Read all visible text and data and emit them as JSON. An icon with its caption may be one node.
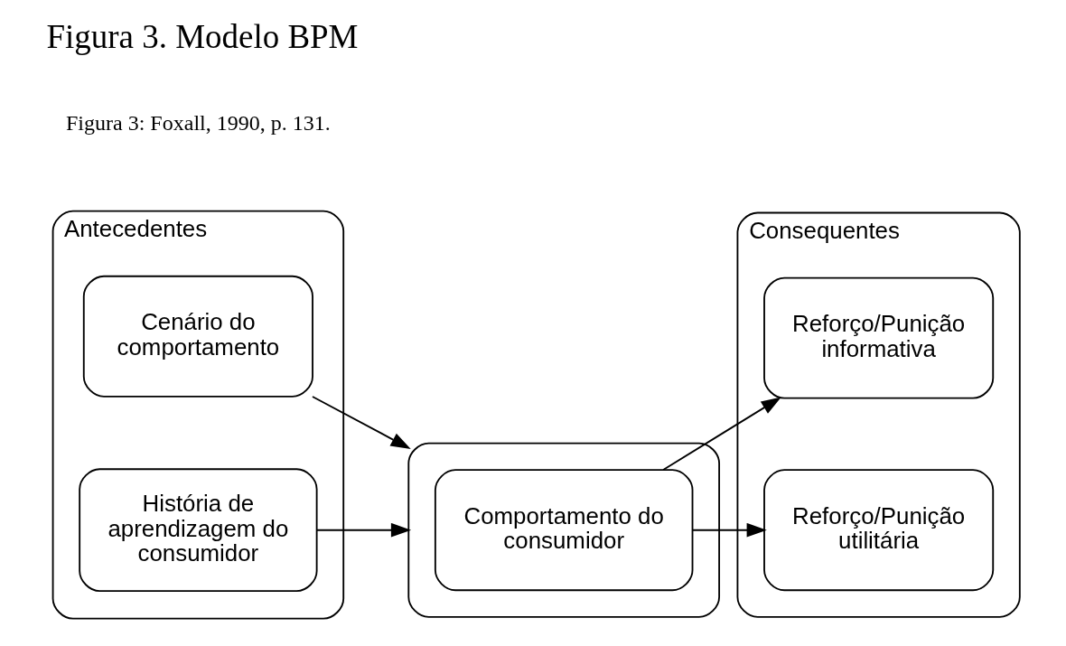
{
  "diagram": {
    "title": "Figura 3. Modelo BPM",
    "caption": "Figura 3: Foxall, 1990, p. 131.",
    "nodes": [
      {
        "text": [
          "Antecedentes"
        ]
      },
      {
        "text": [
          "Cenário do comportamento"
        ],
        "in": 0
      },
      {
        "text": [
          "História de aprendizagem do consumidor"
        ],
        "in": 0
      },
      {
        "text": [],
        "shape": "box"
      },
      {
        "text": [
          "Comportamento do consumidor"
        ],
        "in": 3
      },
      {
        "text": [
          "Consequentes"
        ]
      },
      {
        "text": [
          "Reforço/Punição informativa"
        ],
        "in": 5
      },
      {
        "text": [
          "Reforço/Punição utilitária"
        ],
        "in": 5
      }
    ],
    "edges": [
      {
        "from": 1,
        "to": 3,
        "arrow": "to"
      },
      {
        "from": 2,
        "to": 3,
        "arrow": "to"
      },
      {
        "from": 4,
        "to": 6,
        "arrow": "to"
      },
      {
        "from": 4,
        "to": 7,
        "arrow": "to"
      }
    ]
  }
}
